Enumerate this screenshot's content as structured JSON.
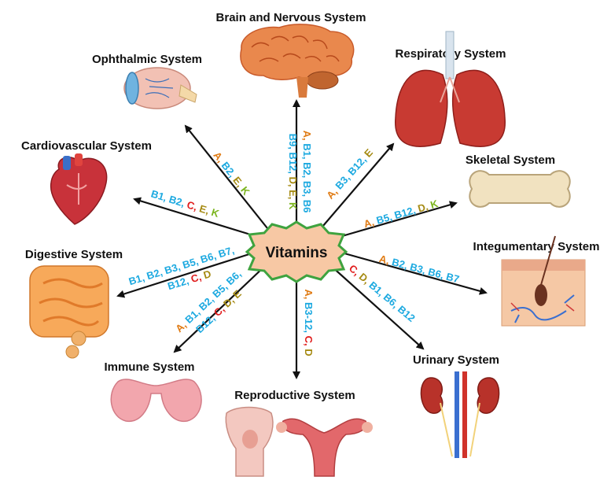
{
  "center": {
    "label": "Vitamins"
  },
  "colors": {
    "blue": "#1ca9e0",
    "orange": "#e07b14",
    "red": "#e01b1b",
    "green": "#7cb51f",
    "olive": "#a58a12",
    "center_fill": "#f7c8a4",
    "center_border": "#3fa33f"
  },
  "systems": [
    {
      "id": "brain",
      "title": "Brain and Nervous System",
      "icon": "brain-icon",
      "vitamins": [
        [
          [
            "A,",
            "orange"
          ],
          [
            " B1,",
            "blue"
          ],
          [
            " B2,",
            "blue"
          ],
          [
            " B3,",
            "blue"
          ],
          [
            " B6",
            "blue"
          ]
        ],
        [
          [
            "B9,",
            "blue"
          ],
          [
            " B12,",
            "blue"
          ],
          [
            " D,",
            "olive"
          ],
          [
            " E,",
            "olive"
          ],
          [
            " K",
            "green"
          ]
        ]
      ]
    },
    {
      "id": "ophthalmic",
      "title": "Ophthalmic  System",
      "icon": "eye-icon",
      "vitamins": [
        [
          [
            "A,",
            "orange"
          ],
          [
            " B2,",
            "blue"
          ],
          [
            " E,",
            "olive"
          ],
          [
            " K",
            "green"
          ]
        ]
      ]
    },
    {
      "id": "respiratory",
      "title": "Respiratory System",
      "icon": "lungs-icon",
      "vitamins": [
        [
          [
            "A,",
            "orange"
          ],
          [
            " B3,",
            "blue"
          ],
          [
            " B12,",
            "blue"
          ],
          [
            " E",
            "olive"
          ]
        ]
      ]
    },
    {
      "id": "cardio",
      "title": "Cardiovascular System",
      "icon": "heart-icon",
      "vitamins": [
        [
          [
            "B1,",
            "blue"
          ],
          [
            " B2,",
            "blue"
          ],
          [
            " C,",
            "red"
          ],
          [
            " E,",
            "olive"
          ],
          [
            " K",
            "green"
          ]
        ]
      ]
    },
    {
      "id": "skeletal",
      "title": "Skeletal System",
      "icon": "bone-icon",
      "vitamins": [
        [
          [
            "A,",
            "orange"
          ],
          [
            " B5,",
            "blue"
          ],
          [
            " B12,",
            "blue"
          ],
          [
            " D,",
            "olive"
          ],
          [
            " K",
            "green"
          ]
        ]
      ]
    },
    {
      "id": "digestive",
      "title": "Digestive System",
      "icon": "intestine-icon",
      "vitamins": [
        [
          [
            "B1,",
            "blue"
          ],
          [
            " B2,",
            "blue"
          ],
          [
            " B3,",
            "blue"
          ],
          [
            " B5,",
            "blue"
          ],
          [
            " B6,",
            "blue"
          ],
          [
            " B7,",
            "blue"
          ]
        ],
        [
          [
            "B12,",
            "blue"
          ],
          [
            " C,",
            "red"
          ],
          [
            " D",
            "olive"
          ]
        ]
      ]
    },
    {
      "id": "integumentary",
      "title": "Integumentary System",
      "icon": "skin-icon",
      "vitamins": [
        [
          [
            "A,",
            "orange"
          ],
          [
            " B2,",
            "blue"
          ],
          [
            " B3,",
            "blue"
          ],
          [
            " B6,",
            "blue"
          ],
          [
            " B7",
            "blue"
          ]
        ]
      ]
    },
    {
      "id": "immune",
      "title": "Immune System",
      "icon": "thyroid-icon",
      "vitamins": [
        [
          [
            "A,",
            "orange"
          ],
          [
            " B1,",
            "blue"
          ],
          [
            " B2,",
            "blue"
          ],
          [
            " B5,",
            "blue"
          ],
          [
            " B6,",
            "blue"
          ]
        ],
        [
          [
            "B12,",
            "blue"
          ],
          [
            " C,",
            "red"
          ],
          [
            " D,",
            "olive"
          ],
          [
            " E",
            "olive"
          ]
        ]
      ]
    },
    {
      "id": "urinary",
      "title": "Urinary System",
      "icon": "kidney-icon",
      "vitamins": [
        [
          [
            "C,",
            "red"
          ],
          [
            " D,",
            "olive"
          ],
          [
            " B1,",
            "blue"
          ],
          [
            " B6,",
            "blue"
          ],
          [
            " B12",
            "blue"
          ]
        ]
      ]
    },
    {
      "id": "reproductive",
      "title": "Reproductive System",
      "icon": "reproductive-icon",
      "vitamins": [
        [
          [
            "A,",
            "orange"
          ],
          [
            " B3-12,",
            "blue"
          ],
          [
            " C,",
            "red"
          ],
          [
            " D",
            "olive"
          ]
        ]
      ]
    }
  ]
}
